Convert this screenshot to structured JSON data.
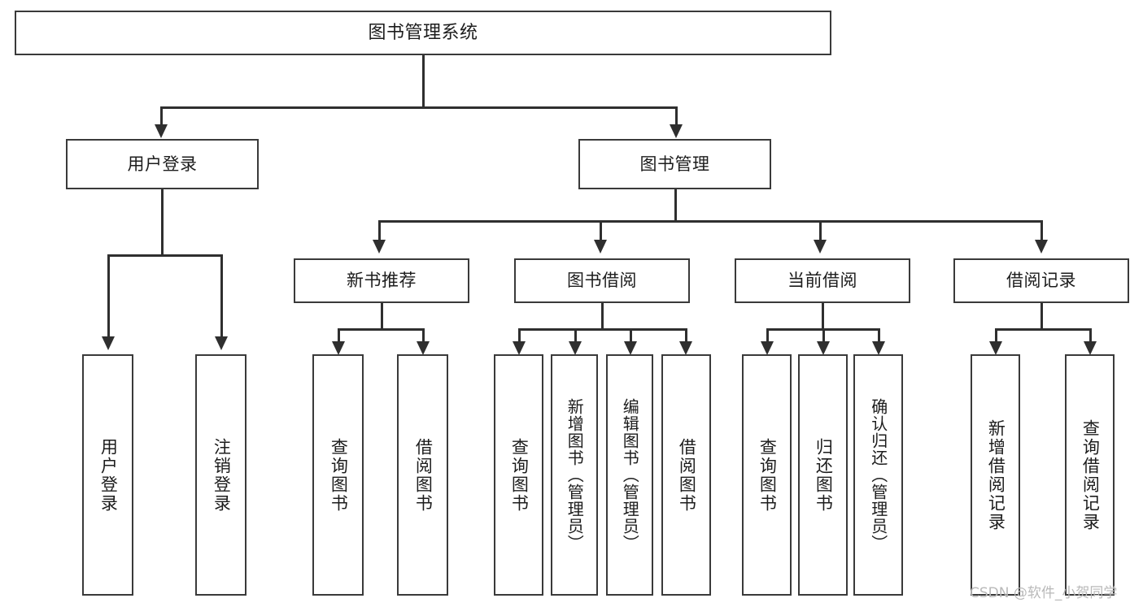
{
  "diagram": {
    "title": "图书管理系统",
    "type": "功能结构图",
    "root": {
      "label": "图书管理系统"
    },
    "level2": [
      {
        "label": "用户登录"
      },
      {
        "label": "图书管理"
      }
    ],
    "level3": [
      {
        "label": "新书推荐"
      },
      {
        "label": "图书借阅"
      },
      {
        "label": "当前借阅"
      },
      {
        "label": "借阅记录"
      }
    ],
    "leaves": {
      "user_login": [
        {
          "label": "用户登录"
        },
        {
          "label": "注销登录"
        }
      ],
      "new_book_recommend": [
        {
          "label": "查询图书"
        },
        {
          "label": "借阅图书"
        }
      ],
      "book_borrow": [
        {
          "label": "查询图书"
        },
        {
          "label": "新增图书（管理员）"
        },
        {
          "label": "编辑图书（管理员）"
        },
        {
          "label": "借阅图书"
        }
      ],
      "current_borrow": [
        {
          "label": "查询图书"
        },
        {
          "label": "归还图书"
        },
        {
          "label": "确认归还（管理员）"
        }
      ],
      "borrow_records": [
        {
          "label": "新增借阅记录"
        },
        {
          "label": "查询借阅记录"
        }
      ]
    }
  },
  "watermark": {
    "text": "CSDN @软件_小贺同学"
  },
  "colors": {
    "stroke": "#3a3a3a",
    "connector": "#2f2f2f",
    "text": "#1c1c1c",
    "background": "#ffffff",
    "watermark": "#b9b9b9"
  }
}
